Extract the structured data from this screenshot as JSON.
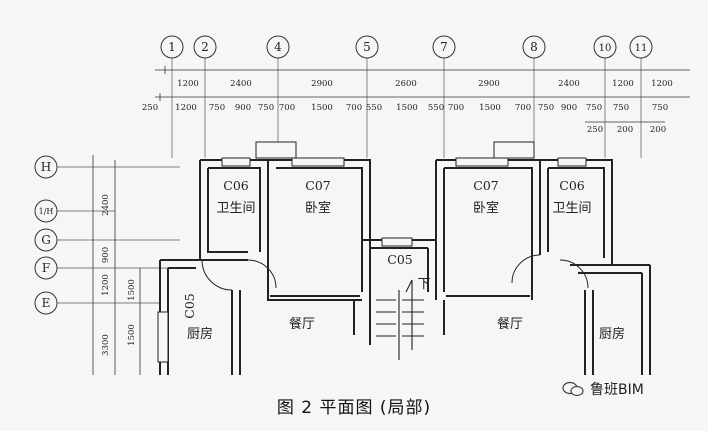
{
  "axes_top": [
    "1",
    "2",
    "4",
    "5",
    "7",
    "8",
    "10",
    "11"
  ],
  "axes_left": [
    "H",
    "1/H",
    "G",
    "F",
    "E"
  ],
  "dims_row1": [
    "1200",
    "2400",
    "2900",
    "2600",
    "2900",
    "2400",
    "1200",
    "1200"
  ],
  "dims_row2": [
    "250",
    "1200",
    "750",
    "900",
    "750",
    "700",
    "1500",
    "700",
    "550",
    "1500",
    "550",
    "700",
    "1500",
    "700",
    "750",
    "900",
    "750",
    "750",
    "750"
  ],
  "dims_row3": [
    "250",
    "200",
    "200"
  ],
  "dims_left": [
    "2400",
    "900",
    "1200",
    "1500",
    "1500",
    "3300"
  ],
  "windows": [
    "C06",
    "C07",
    "C05",
    "C07",
    "C06",
    "C05"
  ],
  "rooms": [
    "卫生间",
    "卧室",
    "卧室",
    "卫生间",
    "厨房",
    "餐厅",
    "餐厅",
    "厨房"
  ],
  "stair_label": "下",
  "caption": "图 2  平面图 (局部)",
  "watermark": "鲁班BIM"
}
